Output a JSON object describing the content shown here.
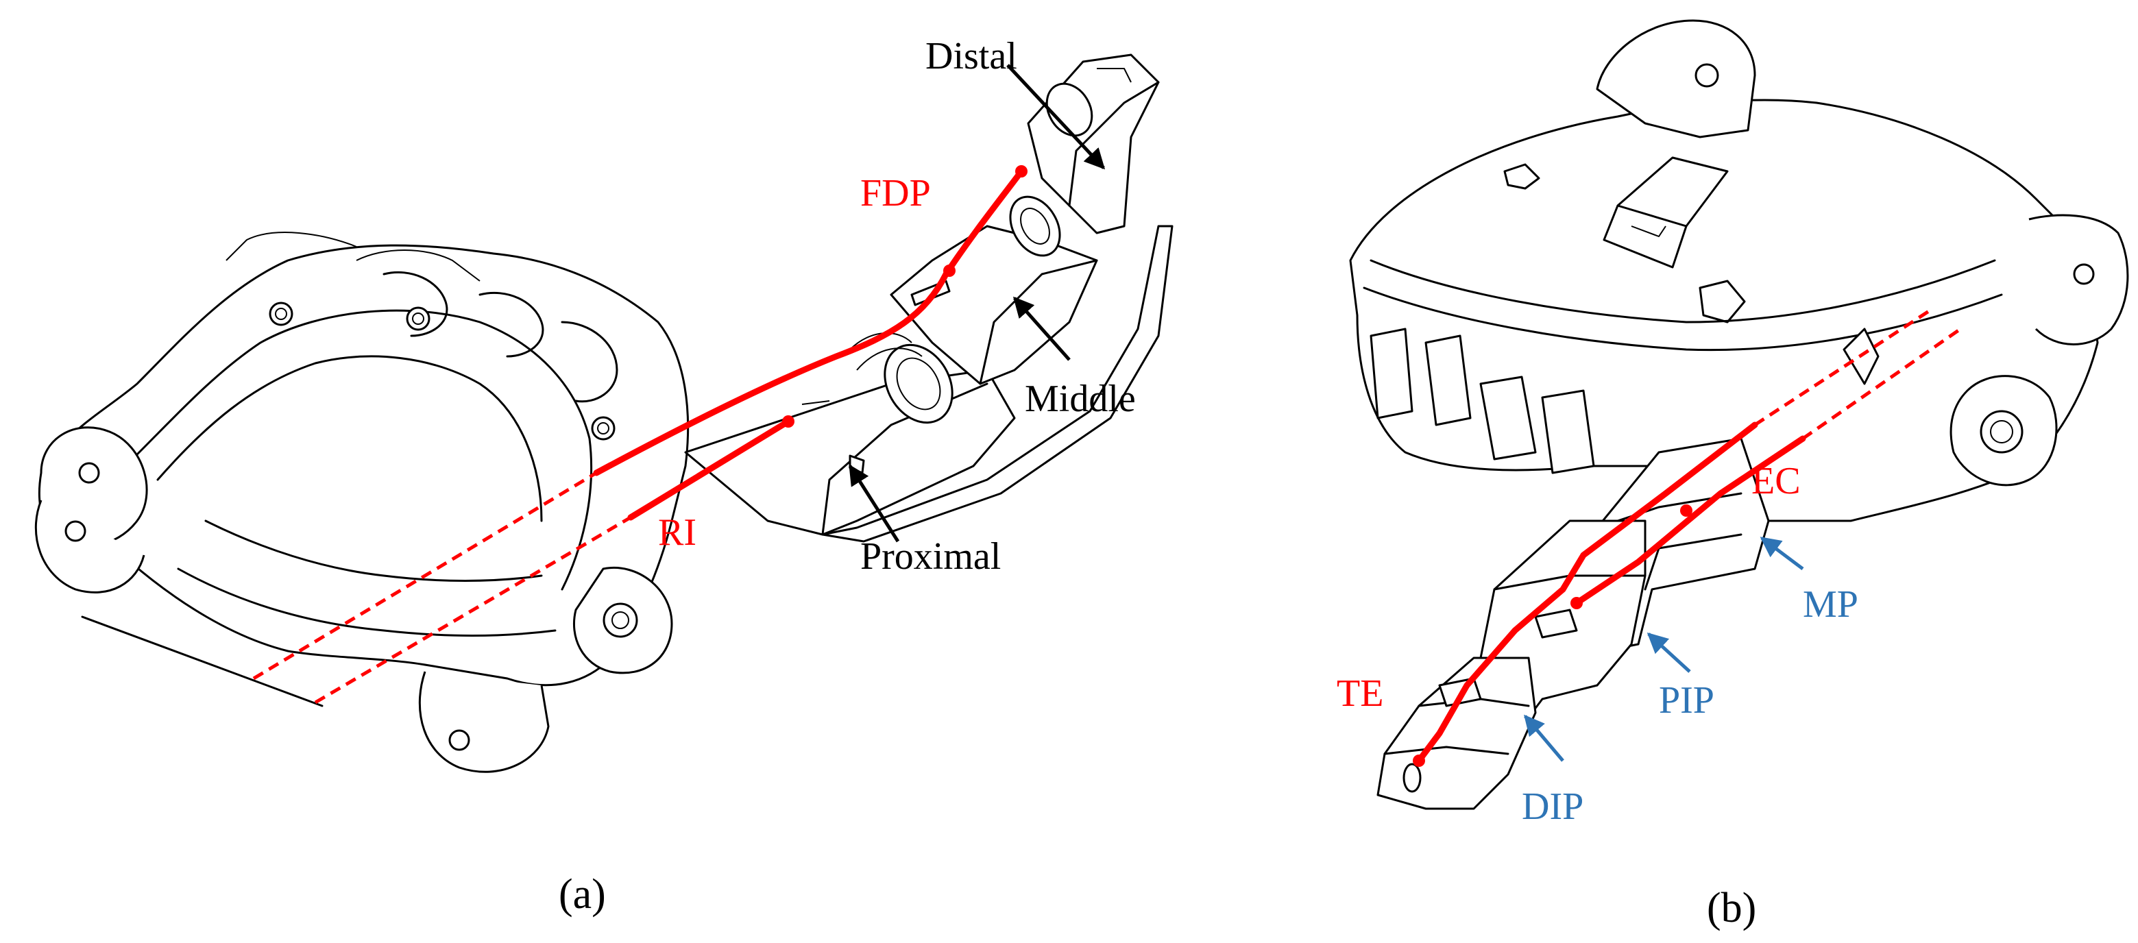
{
  "panel_a": {
    "caption": "(a)",
    "labels": {
      "distal": "Distal",
      "fdp": "FDP",
      "middle": "Middle",
      "ri": "RI",
      "proximal": "Proximal"
    }
  },
  "panel_b": {
    "caption": "(b)",
    "labels": {
      "ec": "EC",
      "mp": "MP",
      "te": "TE",
      "pip": "PIP",
      "dip": "DIP"
    }
  },
  "colors": {
    "tendon": "#ff0000",
    "joint_label": "#2e74b5",
    "outline": "#000000"
  }
}
